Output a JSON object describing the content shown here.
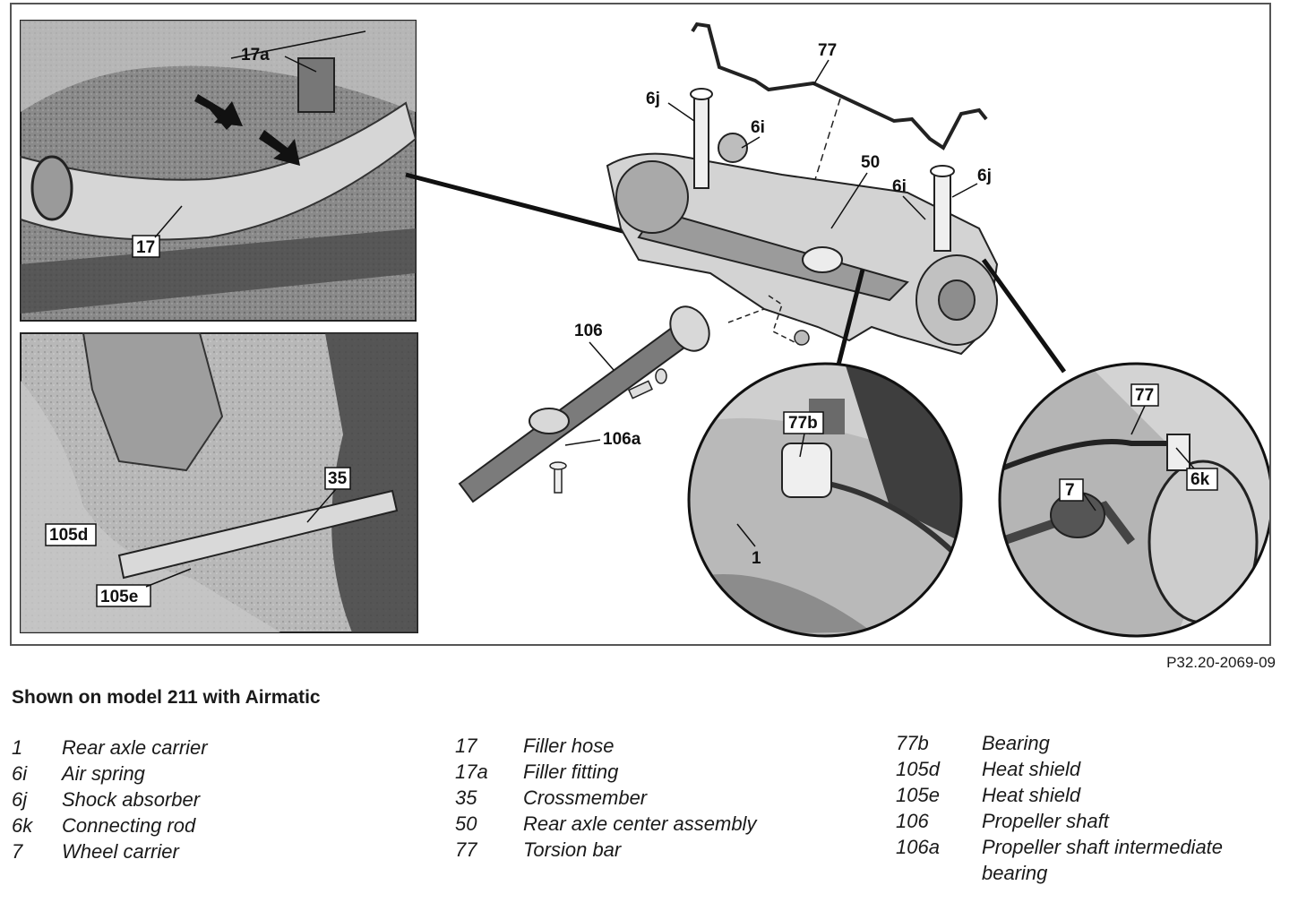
{
  "figure_code": "P32.20-2069-09",
  "caption": "Shown on model 211 with Airmatic",
  "callouts": {
    "c17a": "17a",
    "c17": "17",
    "c105d": "105d",
    "c105e": "105e",
    "c35": "35",
    "c77_top": "77",
    "c6j_left": "6j",
    "c6i_left": "6i",
    "c50": "50",
    "c6i_right": "6i",
    "c6j_right": "6j",
    "c106": "106",
    "c106a": "106a",
    "c77b": "77b",
    "c1": "1",
    "c77_detail": "77",
    "c6k": "6k",
    "c7": "7"
  },
  "legend": {
    "col1": [
      {
        "num": "1",
        "text": "Rear axle carrier"
      },
      {
        "num": "6i",
        "text": "Air spring"
      },
      {
        "num": "6j",
        "text": "Shock absorber"
      },
      {
        "num": "6k",
        "text": "Connecting rod"
      },
      {
        "num": "7",
        "text": "Wheel carrier"
      }
    ],
    "col2": [
      {
        "num": "17",
        "text": "Filler hose"
      },
      {
        "num": "17a",
        "text": "Filler fitting"
      },
      {
        "num": "35",
        "text": "Crossmember"
      },
      {
        "num": "50",
        "text": "Rear axle center assembly"
      },
      {
        "num": "77",
        "text": "Torsion bar"
      }
    ],
    "col3": [
      {
        "num": "77b",
        "text": "Bearing"
      },
      {
        "num": "105d",
        "text": "Heat shield"
      },
      {
        "num": "105e",
        "text": "Heat shield"
      },
      {
        "num": "106",
        "text": "Propeller shaft"
      },
      {
        "num": "106a",
        "text": "Propeller shaft intermediate bearing"
      }
    ]
  }
}
